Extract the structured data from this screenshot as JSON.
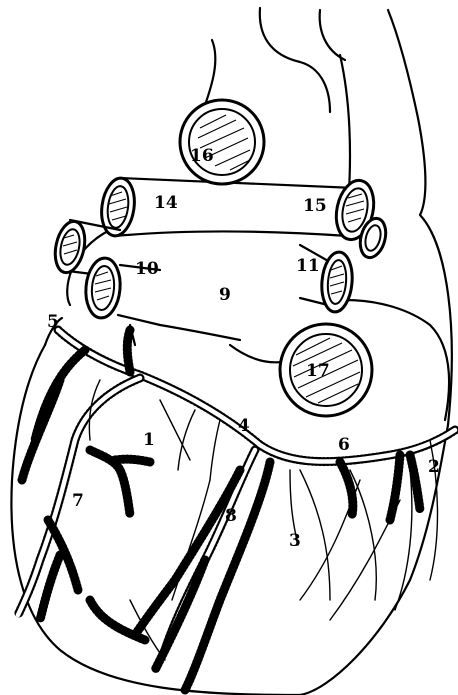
{
  "labels": {
    "l1": "1",
    "l2": "2",
    "l3": "3",
    "l4": "4",
    "l5": "5",
    "l6": "6",
    "l7": "7",
    "l8": "8",
    "l9": "9",
    "l10": "10",
    "l11": "11",
    "l14": "14",
    "l15": "15",
    "l16": "16",
    "l17": "17"
  },
  "colors": {
    "ink": "#000000",
    "paper": "#ffffff"
  }
}
